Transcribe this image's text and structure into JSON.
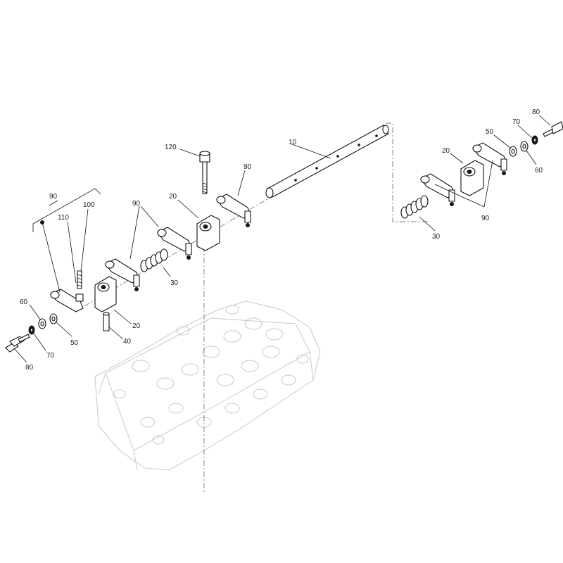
{
  "labels": {
    "shaft": "10",
    "support_center": "20",
    "support_left": "20",
    "support_right": "20",
    "spring_left": "30",
    "spring_right": "30",
    "pin": "40",
    "washer_left": "50",
    "washer_right": "50",
    "ring_left": "60",
    "ring_right": "60",
    "lock_washer_left": "70",
    "lock_washer_right": "70",
    "screw_left": "80",
    "screw_right": "80",
    "rocker_group": "90",
    "rocker_pair_left": "90",
    "rocker_top": "90",
    "rocker_pair_right": "90",
    "adjust_screw": "100",
    "nut": "110",
    "bolt": "120"
  }
}
